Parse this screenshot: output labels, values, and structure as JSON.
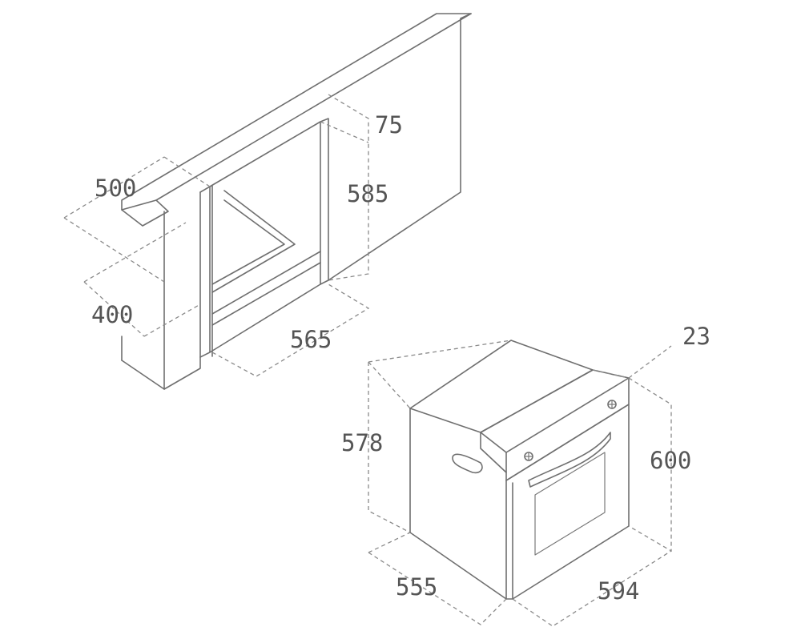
{
  "diagram": {
    "cabinet": {
      "dimensions": {
        "depth_top": "500",
        "depth_bottom": "400",
        "height_gap": "75",
        "height_opening": "585",
        "width_opening": "565"
      }
    },
    "oven": {
      "dimensions": {
        "front_panel_thickness": "23",
        "body_height": "578",
        "total_height": "600",
        "depth": "555",
        "width": "594"
      }
    }
  }
}
